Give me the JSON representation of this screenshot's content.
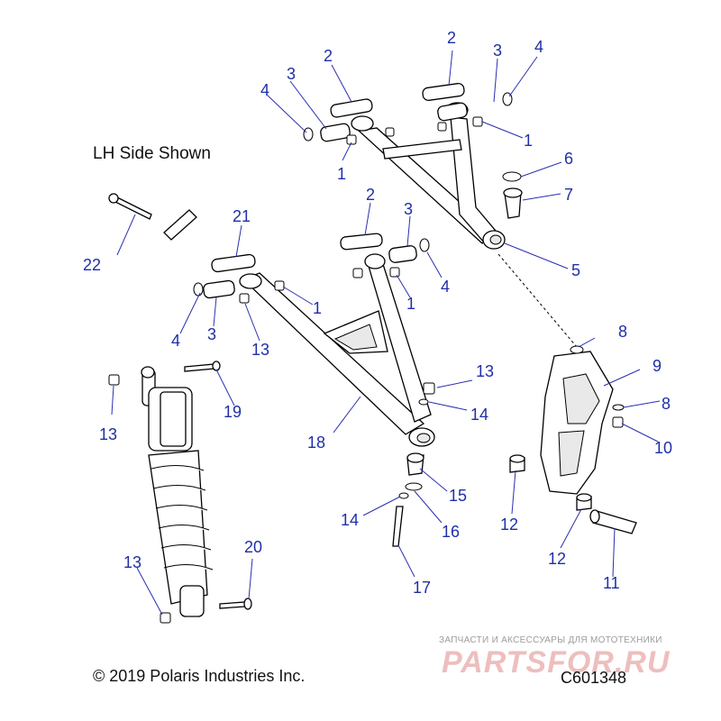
{
  "note": "LH Side Shown",
  "copyright": "© 2019 Polaris Industries Inc.",
  "drawing_code": "C601348",
  "watermark": {
    "tagline": "ЗАПЧАСТИ И АКСЕССУАРЫ ДЛЯ МОТОТЕХНИКИ",
    "brand": "PARTSFOR.RU"
  },
  "callouts": {
    "c1a": "1",
    "c1b": "1",
    "c1c": "1",
    "c1d": "1",
    "c2a": "2",
    "c2b": "2",
    "c2c": "2",
    "c3a": "3",
    "c3b": "3",
    "c3c": "3",
    "c3d": "3",
    "c4a": "4",
    "c4b": "4",
    "c4c": "4",
    "c4d": "4",
    "c5": "5",
    "c6": "6",
    "c7": "7",
    "c8a": "8",
    "c8b": "8",
    "c9": "9",
    "c10": "10",
    "c11": "11",
    "c12a": "12",
    "c12b": "12",
    "c13a": "13",
    "c13b": "13",
    "c13c": "13",
    "c13d": "13",
    "c14a": "14",
    "c14b": "14",
    "c15": "15",
    "c16": "16",
    "c17": "17",
    "c18": "18",
    "c19": "19",
    "c20": "20",
    "c21": "21",
    "c22": "22"
  },
  "colors": {
    "callout": "#1f2fa8",
    "line": "#000000"
  }
}
